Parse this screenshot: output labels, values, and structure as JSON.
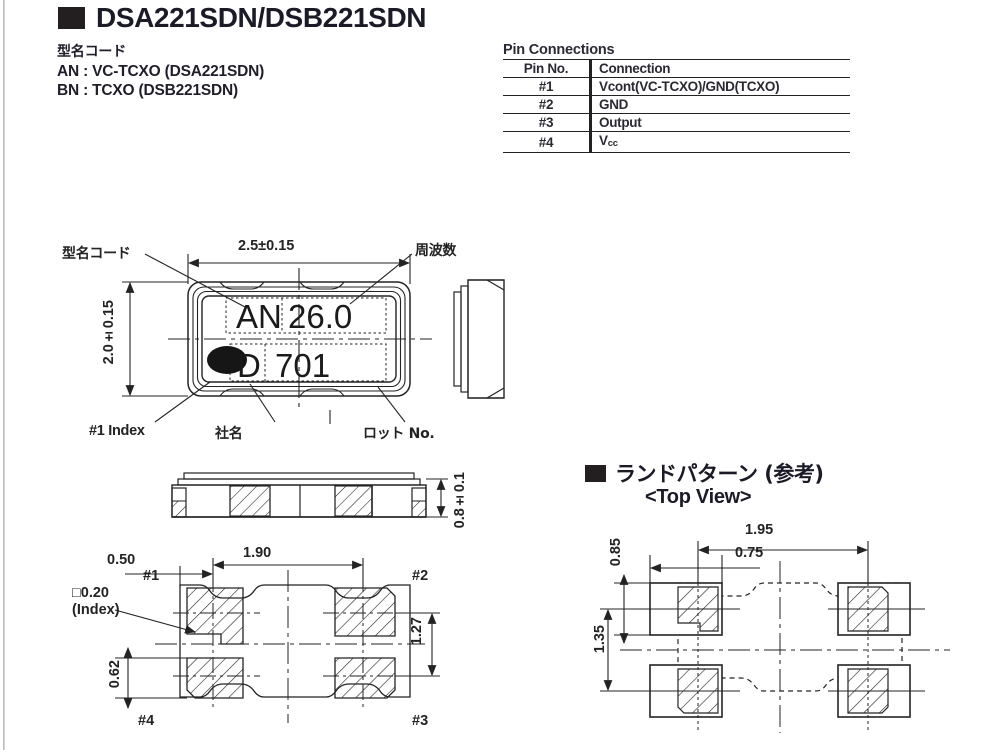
{
  "header": {
    "title": "DSA221SDN/DSB221SDN",
    "bullet": "filled-square"
  },
  "model_code": {
    "heading": "型名コード",
    "lines": [
      "AN : VC-TCXO (DSA221SDN)",
      "BN : TCXO (DSB221SDN)"
    ],
    "full_text": "型名コード\nAN : VC-TCXO (DSA221SDN)\nBN : TCXO (DSB221SDN)"
  },
  "pin_connections": {
    "caption": "Pin Connections",
    "columns": [
      "Pin No.",
      "Connection"
    ],
    "rows": [
      {
        "pin": "#1",
        "connection": "Vcont(VC-TCXO)/GND(TCXO)"
      },
      {
        "pin": "#2",
        "connection": "GND"
      },
      {
        "pin": "#3",
        "connection": "Output"
      },
      {
        "pin": "#4",
        "connection": "Vcc"
      }
    ]
  },
  "top_view": {
    "width_dim": "2.5±0.15",
    "height_dim": "2.0±0.15",
    "callouts": {
      "model_code": "型名コード",
      "frequency": "周波数",
      "index": "#1 Index",
      "company": "社名",
      "lot_no": "ロット No."
    },
    "marking": {
      "line1_code": "AN",
      "line1_freq": "26.0",
      "line2_company": "D",
      "line2_lot": "701"
    }
  },
  "side_view": {
    "height_dim": "0.8±0.1"
  },
  "bottom_view": {
    "dims": {
      "pad_offset_x": "0.50",
      "pad_span_x": "1.90",
      "pad_span_y": "1.27",
      "pad_offset_y": "0.62",
      "index_note": "□0.20",
      "index_note2": "(Index)"
    },
    "pins": [
      "#1",
      "#2",
      "#3",
      "#4"
    ]
  },
  "land_pattern": {
    "heading": "ランドパターン (参考)",
    "subheading": "<Top View>",
    "dims": {
      "outer_x": "1.95",
      "inner_x": "0.75",
      "pad_height": "0.85",
      "outer_y": "1.35"
    }
  },
  "colors": {
    "ink": "#232323",
    "title": "#1b1b28",
    "paper": "#ffffff"
  }
}
